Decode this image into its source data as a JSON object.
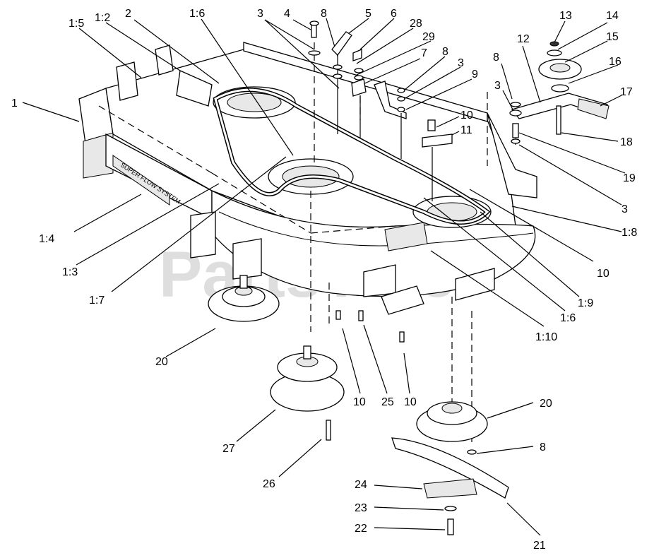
{
  "watermark": "PartsTree",
  "callouts": [
    "1",
    "1:5",
    "1:2",
    "2",
    "1:6",
    "3",
    "4",
    "8",
    "5",
    "6",
    "28",
    "29",
    "7",
    "8",
    "3",
    "9",
    "13",
    "14",
    "15",
    "12",
    "16",
    "8",
    "3",
    "17",
    "18",
    "19",
    "10",
    "11",
    "3",
    "1:8",
    "10",
    "1:4",
    "1:3",
    "1:7",
    "1:9",
    "1:6",
    "1:10",
    "20",
    "10",
    "25",
    "10",
    "27",
    "20",
    "8",
    "26",
    "24",
    "23",
    "22",
    "21"
  ],
  "decal_text": "SUPER FLOW SYSTEM"
}
